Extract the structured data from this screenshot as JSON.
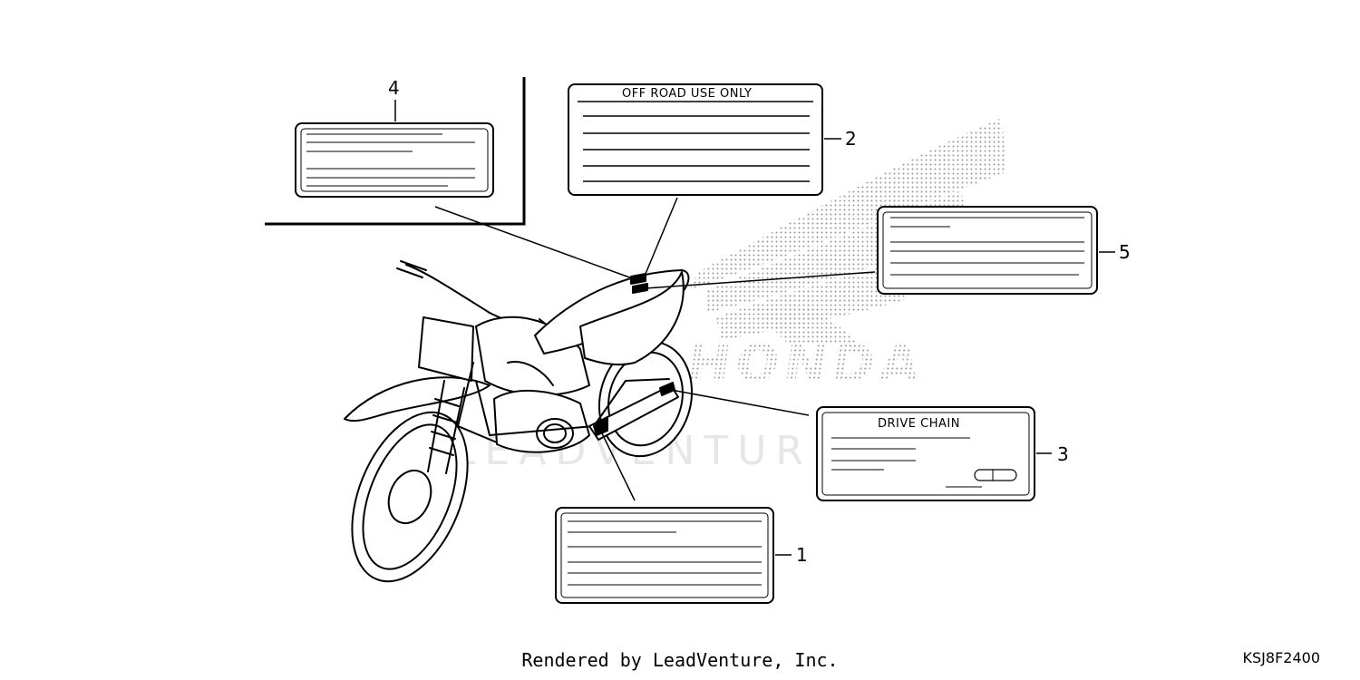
{
  "labels": {
    "off_road_title": "OFF ROAD  USE ONLY",
    "drive_chain_title": "DRIVE CHAIN"
  },
  "callouts": {
    "label_1": "1",
    "label_2": "2",
    "label_3": "3",
    "label_4": "4",
    "label_5": "5"
  },
  "watermarks": {
    "brand": "HONDA",
    "publisher": "LEADVENTURE"
  },
  "footer": {
    "rendered_by": "Rendered by LeadVenture, Inc.",
    "diagram_code": "KSJ8F2400"
  },
  "colors": {
    "line": "#000000",
    "watermark": "#9a9a9a",
    "background": "#ffffff"
  }
}
